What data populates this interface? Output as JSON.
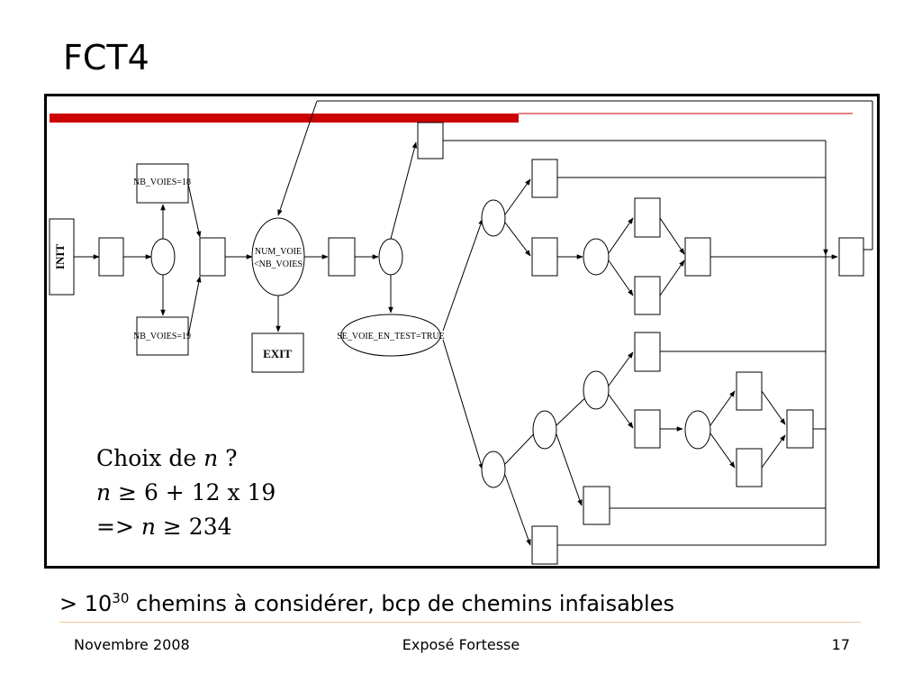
{
  "slide": {
    "title": "FCT4",
    "bullet_prefix": "> 10",
    "bullet_exponent": "30",
    "bullet_rest": " chemins à considérer, bcp de chemins infaisables"
  },
  "annotation": {
    "line1_pre": "Choix de ",
    "line1_var": "n",
    "line1_post": " ?",
    "line2_var": "n",
    "line2_post": " ≥ 6 + 12 x 19",
    "line3_pre": "=> ",
    "line3_var": "n",
    "line3_post": " ≥ 234"
  },
  "diagram": {
    "node_init": "INIT",
    "node_nb18": "NB_VOIES=18",
    "node_nb19": "NB_VOIES=19",
    "node_cond_line1": "NUM_VOIE",
    "node_cond_line2": "<NB_VOIES",
    "node_exit": "EXIT",
    "node_se_voie": "SE_VOIE_EN_TEST=TRUE",
    "accent_color": "#cc0000"
  },
  "footer": {
    "date": "Novembre 2008",
    "center": "Exposé Fortesse",
    "page": "17"
  }
}
